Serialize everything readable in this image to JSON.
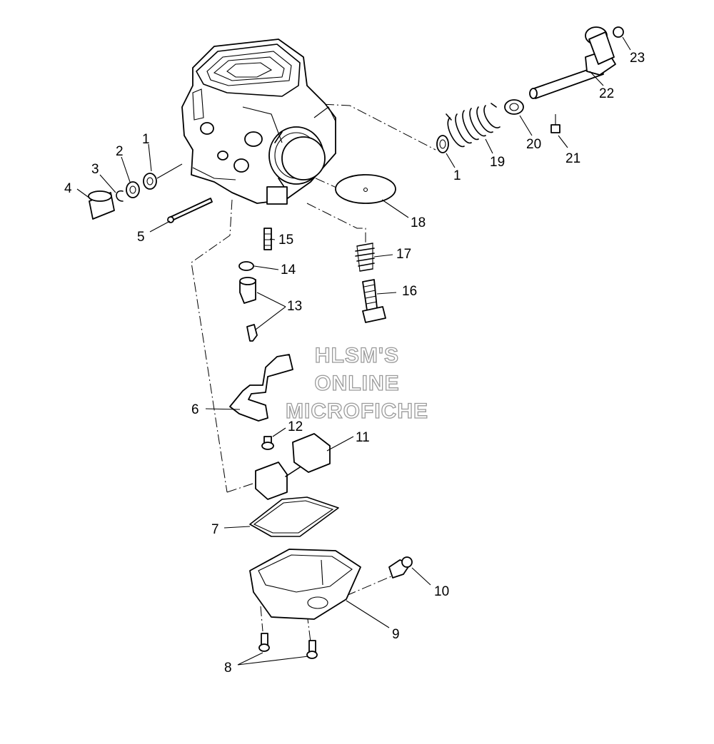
{
  "watermark": {
    "line1": "HLSM'S",
    "line2": "ONLINE",
    "line3": "MICROFICHE"
  },
  "callouts": {
    "c1a": "1",
    "c1b": "1",
    "c2": "2",
    "c3": "3",
    "c4": "4",
    "c5": "5",
    "c6": "6",
    "c7": "7",
    "c8": "8",
    "c9": "9",
    "c10": "10",
    "c11": "11",
    "c12": "12",
    "c13": "13",
    "c14": "14",
    "c15": "15",
    "c16": "16",
    "c17": "17",
    "c18": "18",
    "c19": "19",
    "c20": "20",
    "c21": "21",
    "c22": "22",
    "c23": "23"
  }
}
